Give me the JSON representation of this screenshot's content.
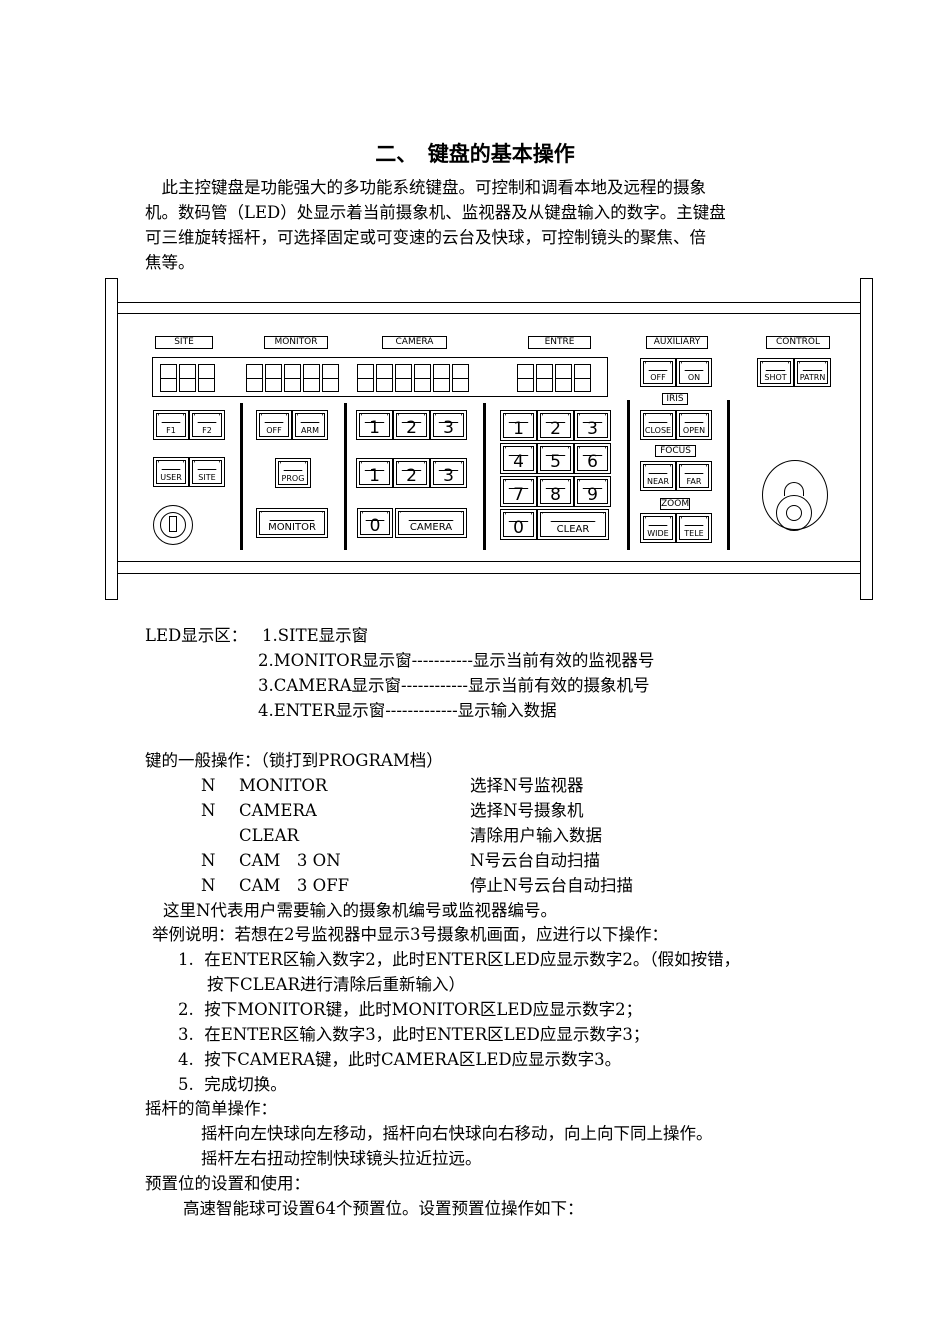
{
  "heading": "二、　键盘的基本操作",
  "intro": [
    "　此主控键盘是功能强大的多功能系统键盘。可控制和调看本地及远程的摄象",
    "机。数码管（LED）处显示着当前摄象机、监视器及从键盘输入的数字。主键盘",
    "可三维旋转摇杆，可选择固定或可变速的云台及快球，可控制镜头的聚焦、倍",
    "焦等。"
  ],
  "keyboard": {
    "section_labels": {
      "site": "SITE",
      "monitor": "MONITOR",
      "camera": "CAMERA",
      "entre": "ENTRE",
      "auxiliary": "AUXILIARY",
      "control": "CONTROL",
      "iris": "IRIS",
      "focus": "FOCUS",
      "zoom": "ZOOM"
    },
    "keys": {
      "f1": "F1",
      "f2": "F2",
      "user": "USER",
      "site": "SITE",
      "off": "OFF",
      "arm": "ARM",
      "prog": "PROG",
      "monitor": "MONITOR",
      "camera": "CAMERA",
      "clear": "CLEAR",
      "aux_off": "OFF",
      "aux_on": "ON",
      "close": "CLOSE",
      "open": "OPEN",
      "near": "NEAR",
      "far": "FAR",
      "wide": "WIDE",
      "tele": "TELE",
      "shot": "SHOT",
      "patrn": "PATRN",
      "n0": "0",
      "n1": "1",
      "n2": "2",
      "n3": "3",
      "n4": "4",
      "n5": "5",
      "n6": "6",
      "n7": "7",
      "n8": "8",
      "n9": "9"
    }
  },
  "led": {
    "label": "LED显示区：",
    "items": [
      "1.SITE显示窗",
      "2.MONITOR显示窗-----------显示当前有效的监视器号",
      "3.CAMERA显示窗------------显示当前有效的摄象机号",
      "4.ENTER显示窗-------------显示输入数据"
    ]
  },
  "ops": {
    "label": "键的一般操作：（锁打到PROGRAM档）",
    "rows": [
      [
        "N",
        "MONITOR",
        "选择N号监视器"
      ],
      [
        "N",
        "CAMERA",
        "选择N号摄象机"
      ],
      [
        "",
        "CLEAR",
        "清除用户输入数据"
      ],
      [
        "N",
        "CAM　3 ON",
        "N号云台自动扫描"
      ],
      [
        "N",
        "CAM　3 OFF",
        "停止N号云台自动扫描"
      ]
    ],
    "note": "这里N代表用户需要输入的摄象机编号或监视器编号。"
  },
  "example": {
    "label": "举例说明：若想在2号监视器中显示3号摄象机画面，应进行以下操作：",
    "steps": [
      "1.  在ENTER区输入数字2，此时ENTER区LED应显示数字2。（假如按错，",
      "按下CLEAR进行清除后重新输入）",
      "2.  按下MONITOR键，此时MONITOR区LED应显示数字2；",
      "3.  在ENTER区输入数字3，此时ENTER区LED应显示数字3；",
      "4.  按下CAMERA键，此时CAMERA区LED应显示数字3。",
      "5.  完成切换。"
    ]
  },
  "joystick": {
    "label": "摇杆的简单操作：",
    "lines": [
      "摇杆向左快球向左移动，摇杆向右快球向右移动，向上向下同上操作。",
      "摇杆左右扭动控制快球镜头拉近拉远。"
    ]
  },
  "preset": {
    "label": "预置位的设置和使用：",
    "line": "高速智能球可设置64个预置位。设置预置位操作如下："
  }
}
